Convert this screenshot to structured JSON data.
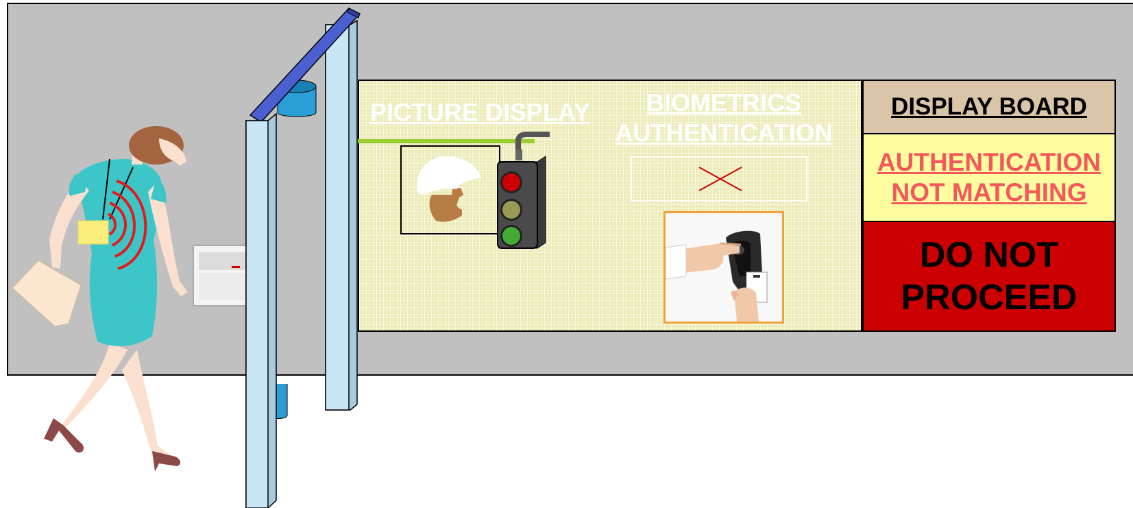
{
  "scene": {
    "picture_display_title": "PICTURE DISPLAY",
    "biometrics_title_line1": "BIOMETRICS",
    "biometrics_title_line2": "AUTHENTICATION"
  },
  "display_board": {
    "header": "DISPLAY BOARD",
    "status_line1": "AUTHENTICATION",
    "status_line2": "NOT MATCHING",
    "alert_line1": "DO NOT",
    "alert_line2": "PROCEED"
  },
  "traffic_light": {
    "active": "red",
    "colors": {
      "red": "#cc0000",
      "amber": "#9a9a55",
      "green": "#44aa33"
    }
  },
  "colors": {
    "wall": "#c0c0c0",
    "screen": "#ecebb6",
    "alert": "#cc0000",
    "status_text": "#f5585c",
    "gate_beam": "#4a5fd0",
    "gate_pillar": "#c9e6f7"
  }
}
